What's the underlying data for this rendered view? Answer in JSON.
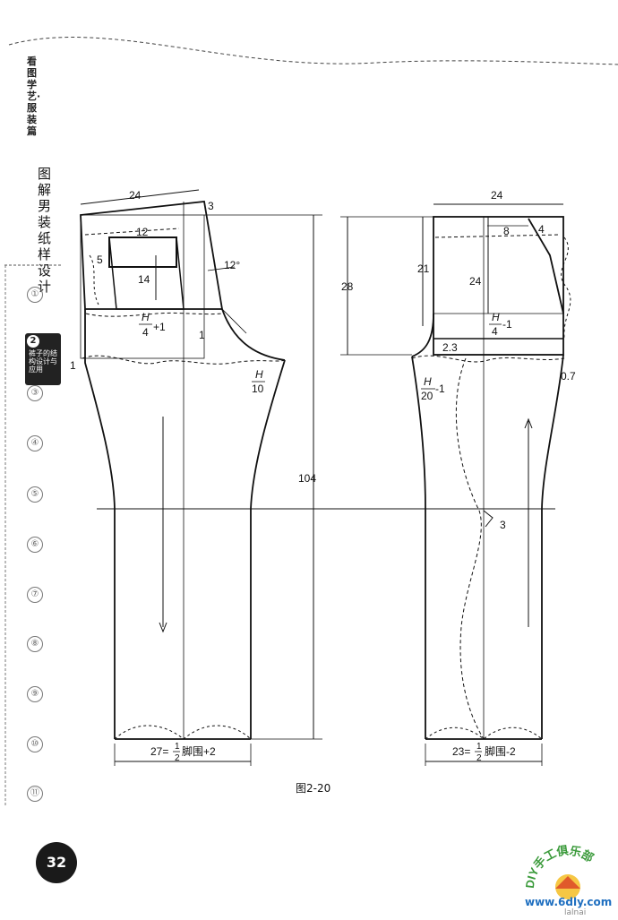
{
  "book": {
    "series": "看图学艺·服装篇",
    "title": "图解男装纸样设计",
    "page_number": "32"
  },
  "chapters": [
    {
      "num": "①"
    },
    {
      "num": "2",
      "label": "裤子的结构设计与应用",
      "active": true
    },
    {
      "num": "③"
    },
    {
      "num": "④"
    },
    {
      "num": "⑤"
    },
    {
      "num": "⑥"
    },
    {
      "num": "⑦"
    },
    {
      "num": "⑧"
    },
    {
      "num": "⑨"
    },
    {
      "num": "⑩"
    },
    {
      "num": "⑪"
    }
  ],
  "figure": {
    "caption": "图2-20",
    "front": {
      "waist_width": "24",
      "pocket_width": "12",
      "pocket_depth": "14",
      "pocket_offset": "5",
      "hip_formula_num": "H",
      "hip_formula_den": "4",
      "hip_formula_suffix": "+1",
      "corner": "3",
      "angle": "12°",
      "crotch_num": "H",
      "crotch_den": "10",
      "mark_1": "1",
      "mark_1b": "1",
      "total_length": "104",
      "hem": "27=",
      "hem_frac_num": "1",
      "hem_frac_den": "2",
      "hem_suffix": "脚围+2"
    },
    "back": {
      "waist_width": "24",
      "yoke_width": "8",
      "dart": "4",
      "yoke_depth": "21",
      "rise_depth": "24",
      "side_depth": "28",
      "hip_formula_num": "H",
      "hip_formula_den": "4",
      "hip_formula_suffix": "-1",
      "crotch_num": "H",
      "crotch_den": "20",
      "crotch_suffix": "-1",
      "crotch_ext": "2.3",
      "side_off": "0.7",
      "knee": "3",
      "hem": "23=",
      "hem_frac_num": "1",
      "hem_frac_den": "2",
      "hem_suffix": "脚围-2"
    }
  },
  "logo": {
    "arc_text": "DIY手工俱乐部",
    "site": "www.6dly.com",
    "small": "lalnai"
  }
}
